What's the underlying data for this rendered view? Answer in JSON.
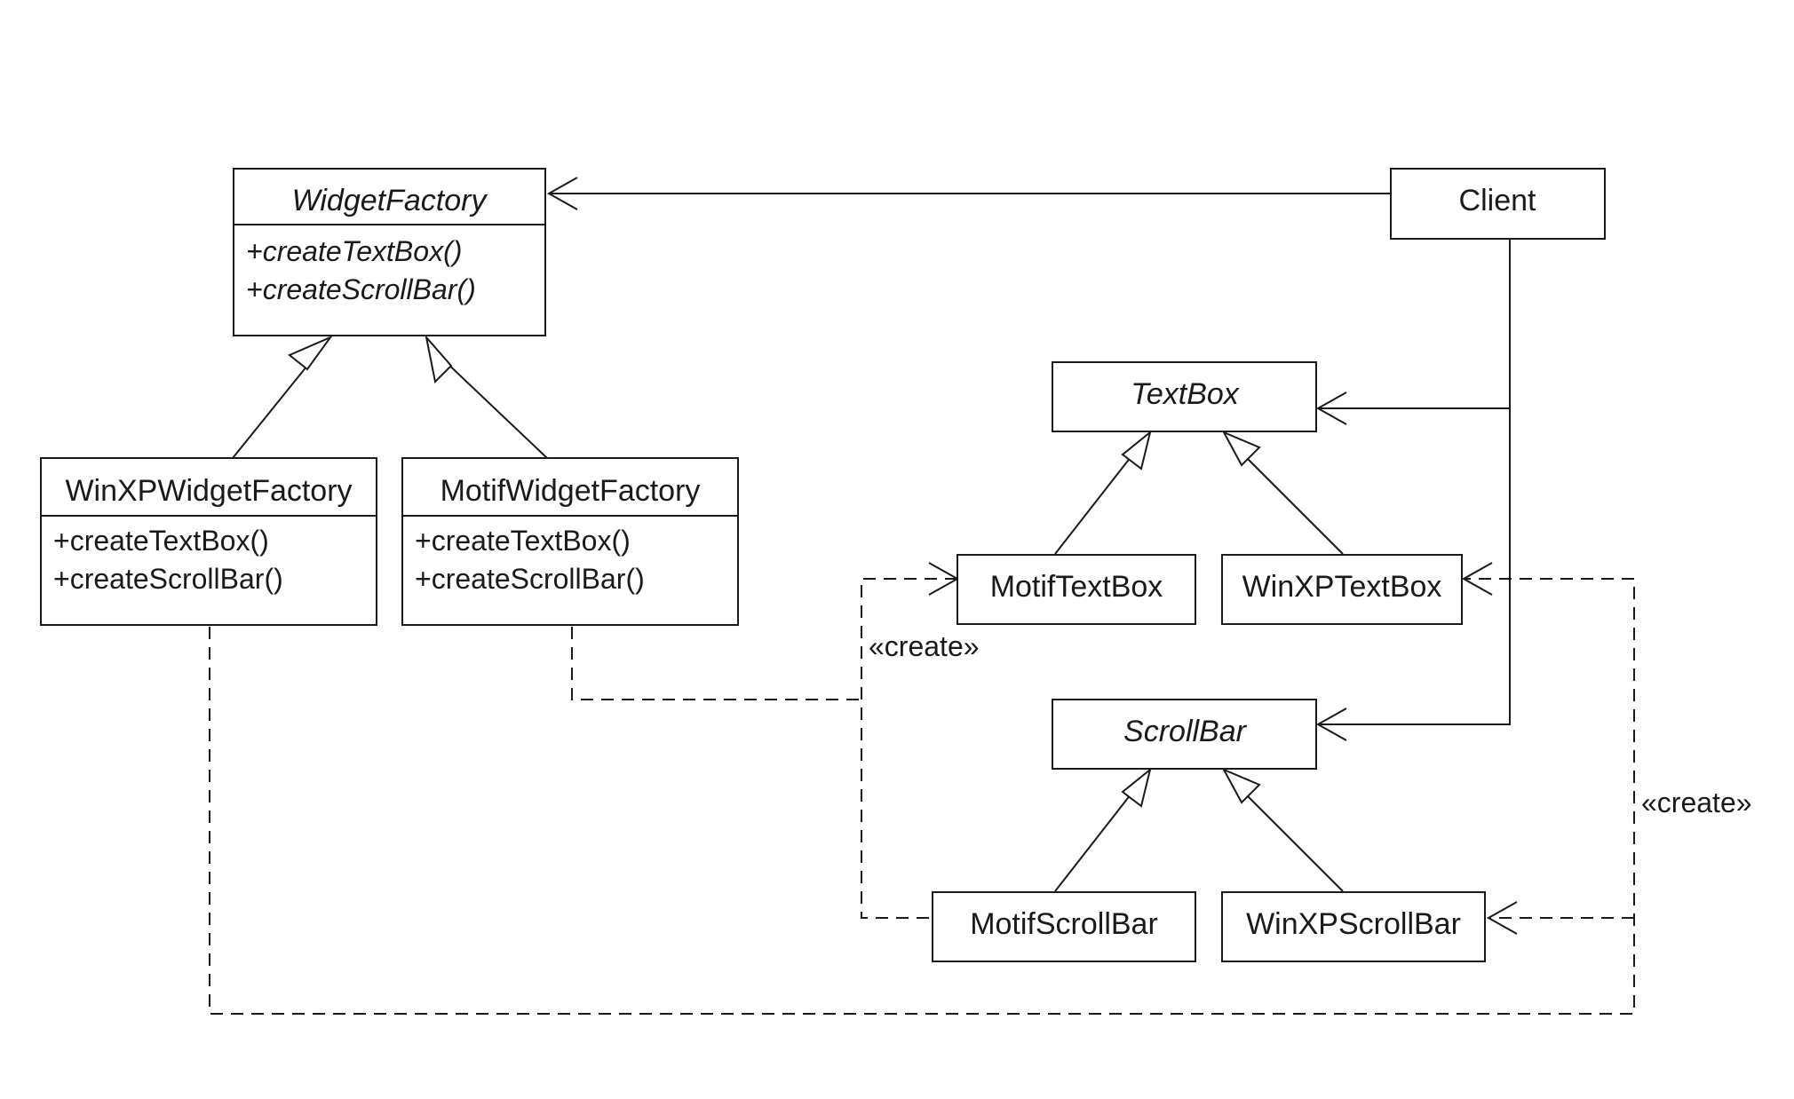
{
  "classes": {
    "widget_factory": {
      "name": "WidgetFactory",
      "ops": [
        "+createTextBox()",
        "+createScrollBar()"
      ]
    },
    "winxp_widget_factory": {
      "name": "WinXPWidgetFactory",
      "ops": [
        "+createTextBox()",
        "+createScrollBar()"
      ]
    },
    "motif_widget_factory": {
      "name": "MotifWidgetFactory",
      "ops": [
        "+createTextBox()",
        "+createScrollBar()"
      ]
    },
    "client": {
      "name": "Client"
    },
    "textbox": {
      "name": "TextBox"
    },
    "motif_textbox": {
      "name": "MotifTextBox"
    },
    "winxp_textbox": {
      "name": "WinXPTextBox"
    },
    "scrollbar": {
      "name": "ScrollBar"
    },
    "motif_scrollbar": {
      "name": "MotifScrollBar"
    },
    "winxp_scrollbar": {
      "name": "WinXPScrollBar"
    }
  },
  "stereotypes": {
    "motif_create": "«create»",
    "winxp_create": "«create»"
  }
}
